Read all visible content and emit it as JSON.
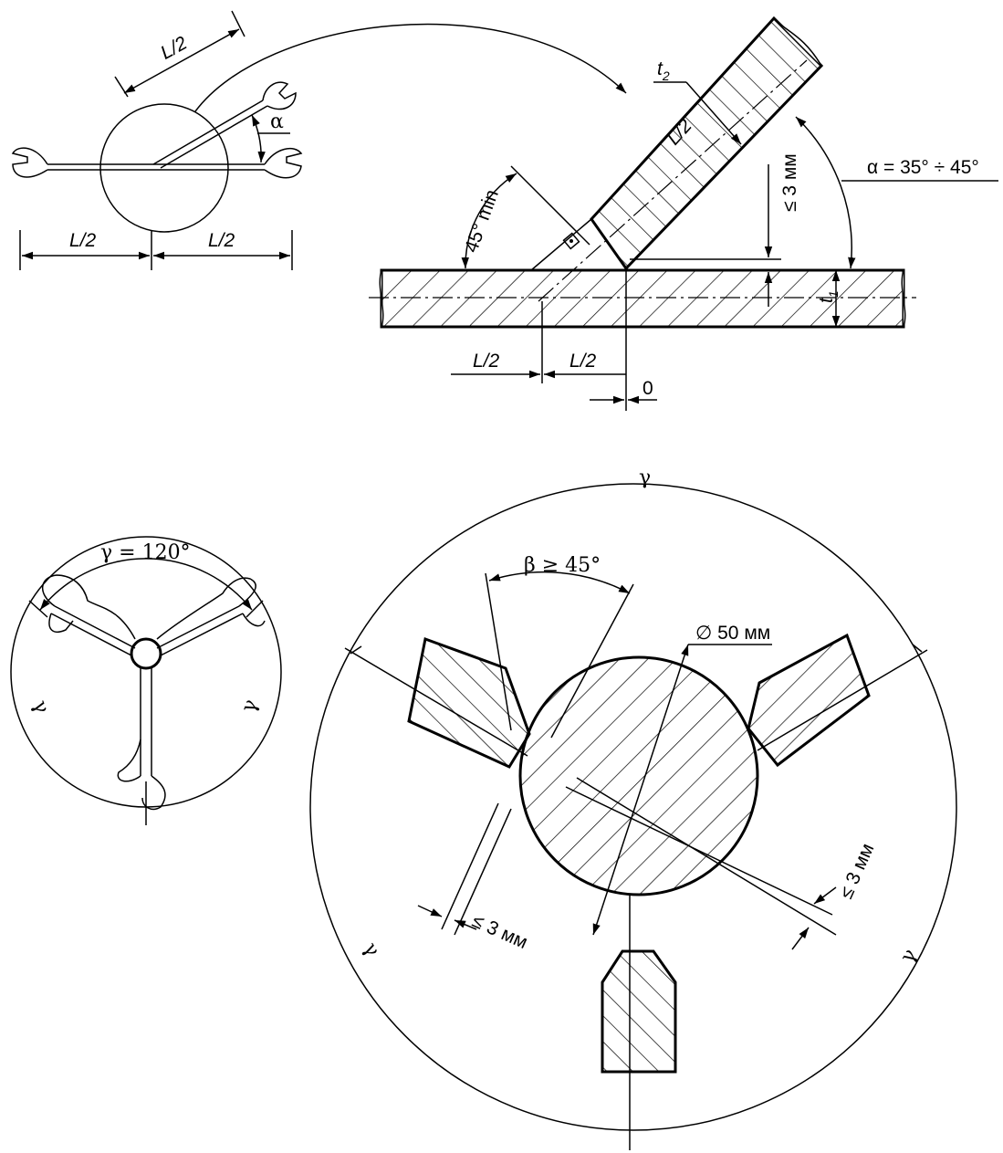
{
  "labels": {
    "half_length": "L/2",
    "alpha": "α",
    "alpha_range": "α = 35° ÷ 45°",
    "t2": "t",
    "t2_sub": "2",
    "t1": "t",
    "t1_sub": "1",
    "angle_min": "45° min",
    "gap_3mm": "≤ 3 мм",
    "zero": "0",
    "gamma": "γ",
    "gamma_120": "γ = 120°",
    "beta": "β ≥ 45°",
    "diameter": "∅ 50 мм"
  }
}
